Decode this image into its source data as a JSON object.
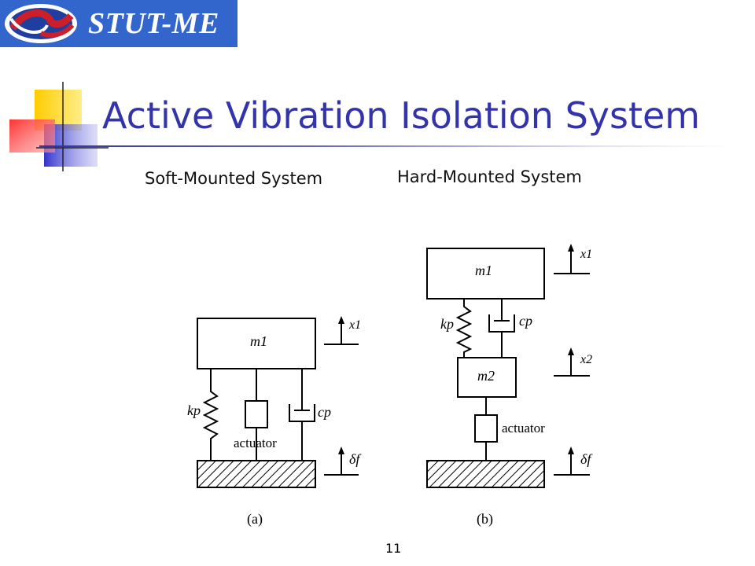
{
  "logo": {
    "text": "STUT-ME",
    "emblem": "circular-swirl-logo",
    "bg_color": "#3366cc"
  },
  "title": "Active Vibration Isolation System",
  "title_color": "#3333aa",
  "subtitles": {
    "left": "Soft-Mounted System",
    "right": "Hard-Mounted System"
  },
  "diagram_a": {
    "mass_label": "m1",
    "spring_label": "kp",
    "damper_label": "cp",
    "actuator_label": "actuator",
    "disp_top": "x1",
    "disp_base": "δf",
    "caption": "(a)"
  },
  "diagram_b": {
    "mass1_label": "m1",
    "mass2_label": "m2",
    "spring_label": "kp",
    "damper_label": "cp",
    "actuator_label": "actuator",
    "disp_top": "x1",
    "disp_mid": "x2",
    "disp_base": "δf",
    "caption": "(b)"
  },
  "page_number": "11"
}
